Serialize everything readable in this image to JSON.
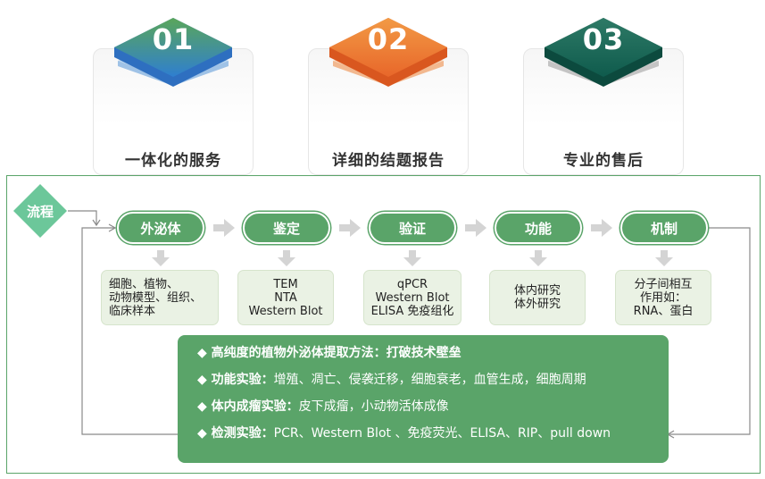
{
  "features": [
    {
      "number": "01",
      "title": "一体化的服务",
      "color_top": "#5aa65a",
      "color_bottom": "#2f7fd0"
    },
    {
      "number": "02",
      "title": "详细的结题报告",
      "color_top": "#f08a3a",
      "color_bottom": "#e8672a"
    },
    {
      "number": "03",
      "title": "专业的售后",
      "color_top": "#2e6b5c",
      "color_bottom": "#0f5b4d"
    }
  ],
  "flow": {
    "label": "流程",
    "steps": [
      {
        "label": "外泌体",
        "desc": [
          "细胞、植物、",
          "动物模型、组织、",
          "临床样本"
        ]
      },
      {
        "label": "鉴定",
        "desc": [
          "TEM",
          "NTA",
          "Western Blot"
        ]
      },
      {
        "label": "验证",
        "desc": [
          "qPCR",
          "Western Blot",
          "ELISA 免疫组化"
        ]
      },
      {
        "label": "功能",
        "desc": [
          "体内研究",
          "体外研究"
        ]
      },
      {
        "label": "机制",
        "desc": [
          "分子间相互",
          "作用如：",
          "RNA、蛋白"
        ]
      }
    ]
  },
  "experiments": [
    {
      "label": "◆ 高纯度的植物外泌体提取方法：",
      "text": "打破技术壁垒"
    },
    {
      "label": "◆ 功能实验：",
      "text": "增殖、凋亡、侵袭迁移，细胞衰老，血管生成，细胞周期"
    },
    {
      "label": "◆ 体内成瘤实验：",
      "text": "皮下成瘤，小动物活体成像"
    },
    {
      "label": "◆ 检测实验：",
      "text": "PCR、Western Blot 、免疫荧光、ELISA、RIP、pull down"
    }
  ],
  "colors": {
    "accent_green": "#5aa469",
    "panel_border": "#5aa469",
    "desc_bg": "#eaf2e4",
    "diamond": "#6cc79a"
  }
}
